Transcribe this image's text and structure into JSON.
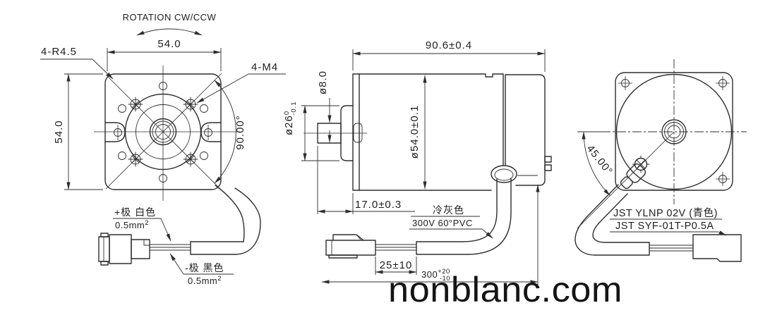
{
  "watermark": "nonblanc.com",
  "front_view": {
    "rotation_label": "ROTATION CW/CCW",
    "width_dim": "54.0",
    "height_dim": "54.0",
    "corner_radius_label": "4-R4.5",
    "mounting_holes_label": "4-M4",
    "hole_angle_dim": "90.00°",
    "positive_wire_label": "+极 白色",
    "positive_wire_gauge": "0.5mm",
    "positive_wire_gauge_exp": "2",
    "negative_wire_label": "-极 黑色",
    "negative_wire_gauge": "0.5mm",
    "negative_wire_gauge_exp": "2"
  },
  "side_view": {
    "length_dim": "90.6±0.4",
    "shaft_diameter_dim": "ø8.0",
    "boss_diameter_dim": "ø26",
    "boss_tol_upper": "0",
    "boss_tol_lower": "-0.1",
    "body_diameter_dim": "ø54.0±0.1",
    "shaft_length_dim": "17.0±0.3",
    "cable_color_label": "冷灰色",
    "cable_spec_label": "300V 60°PVC",
    "strip_length_dim": "25±10",
    "cable_length_dim": "300",
    "cable_tol_upper": "+20",
    "cable_tol_lower": "-10"
  },
  "rear_view": {
    "exit_angle_dim": "45.00°",
    "connector_spec_line1": "JST YLNP 02V (青色)",
    "connector_spec_line2": "JST SYF-01T-P0.5A"
  }
}
